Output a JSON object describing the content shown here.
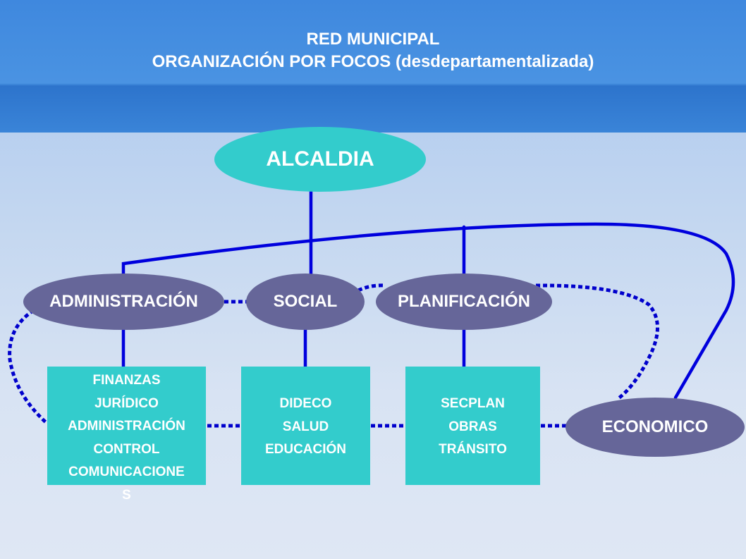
{
  "title": {
    "line1": "RED MUNICIPAL",
    "line2": "ORGANIZACIÓN POR FOCOS (desdepartamentalizada)"
  },
  "colors": {
    "header": "#3f88de",
    "teal": "#33cccc",
    "purple": "#666699",
    "line_solid": "#0000dd",
    "line_dotted": "#0000cc"
  },
  "nodes": {
    "alcaldia": "ALCALDIA",
    "administracion": "ADMINISTRACIÓN",
    "social": "SOCIAL",
    "planificacion": "PLANIFICACIÓN",
    "economico": "ECONOMICO"
  },
  "boxes": {
    "administracion": [
      "FINANZAS",
      "JURÍDICO",
      "ADMINISTRACIÓN",
      "CONTROL",
      "COMUNICACIONE",
      "S"
    ],
    "social": [
      "DIDECO",
      "SALUD",
      "EDUCACIÓN"
    ],
    "planificacion": [
      "SECPLAN",
      "OBRAS",
      "TRÁNSITO"
    ]
  }
}
